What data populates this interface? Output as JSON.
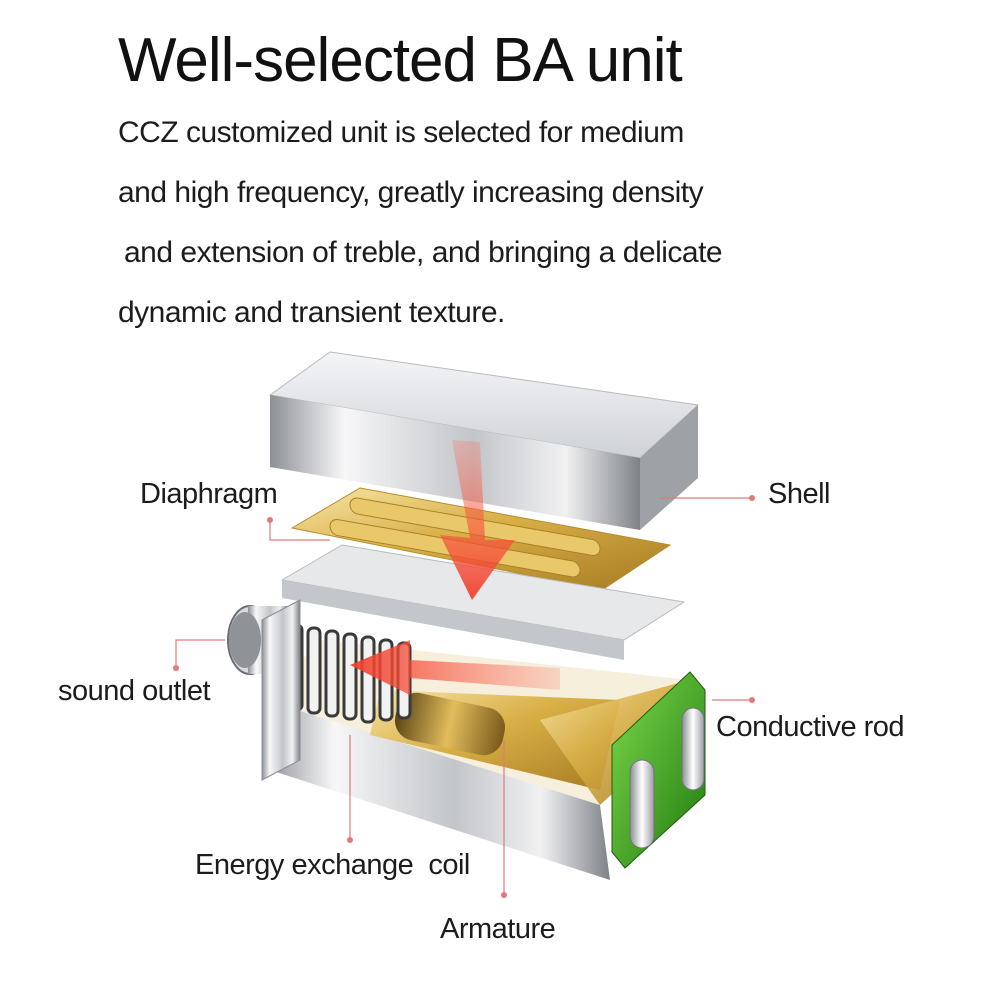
{
  "title": "Well-selected BA unit",
  "description": [
    "CCZ customized unit is selected for medium",
    "and high frequency, greatly increasing density",
    " and extension of treble, and bringing a delicate",
    "dynamic and transient texture."
  ],
  "labels": {
    "diaphragm": "Diaphragm",
    "shell": "Shell",
    "sound_outlet": "sound outlet",
    "conductive_rod": "Conductive rod",
    "energy_exchange_coil": "Energy exchange  coil",
    "armature": "Armature"
  },
  "colors": {
    "arrow": "#f2402c",
    "leader_line": "#e07a7a",
    "gold": "#d4a93a",
    "green_plate": "#3aa51f",
    "silver": "#c9ccd0"
  }
}
